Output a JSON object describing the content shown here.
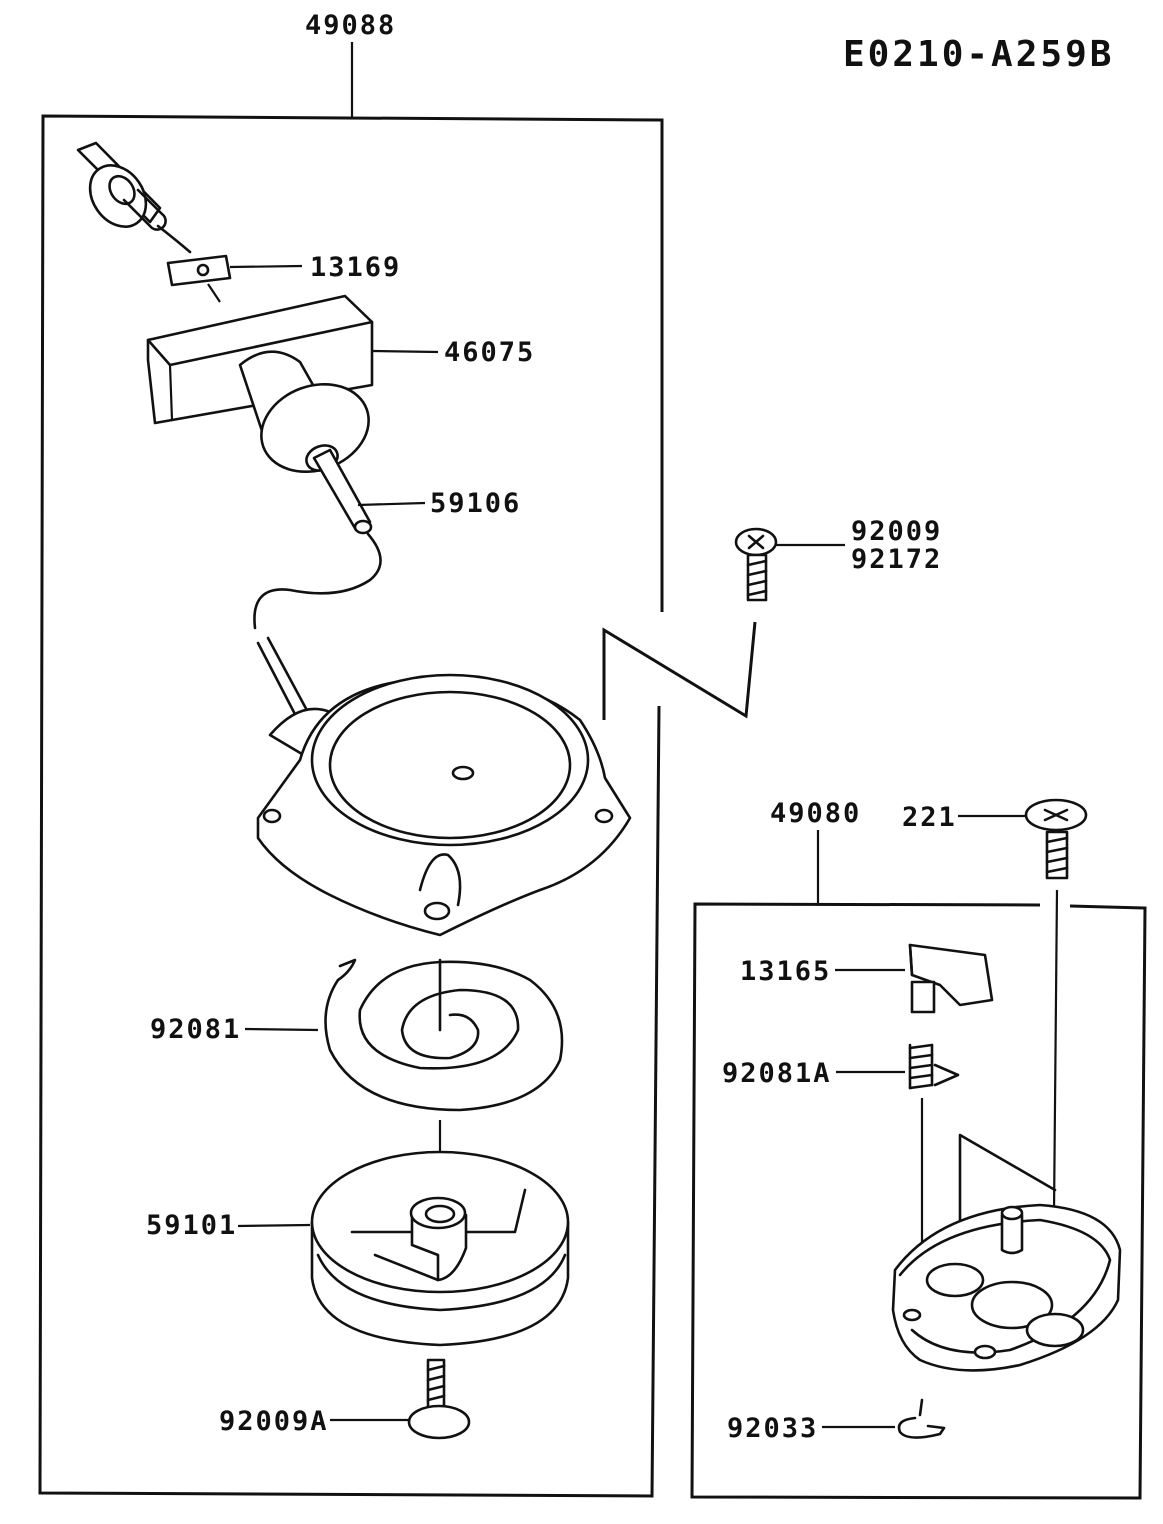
{
  "diagram_code": "E0210-A259B",
  "callouts": {
    "assembly_starter": "49088",
    "pin": "13169",
    "handle": "46075",
    "rope": "59106",
    "screw_top_1": "92009",
    "screw_top_2": "92172",
    "spring": "92081",
    "reel": "59101",
    "screw_bottom": "92009A",
    "assembly_ratchet": "49080",
    "screw_221": "221",
    "ratchet": "13165",
    "spring_small": "92081A",
    "circlip": "92033"
  }
}
